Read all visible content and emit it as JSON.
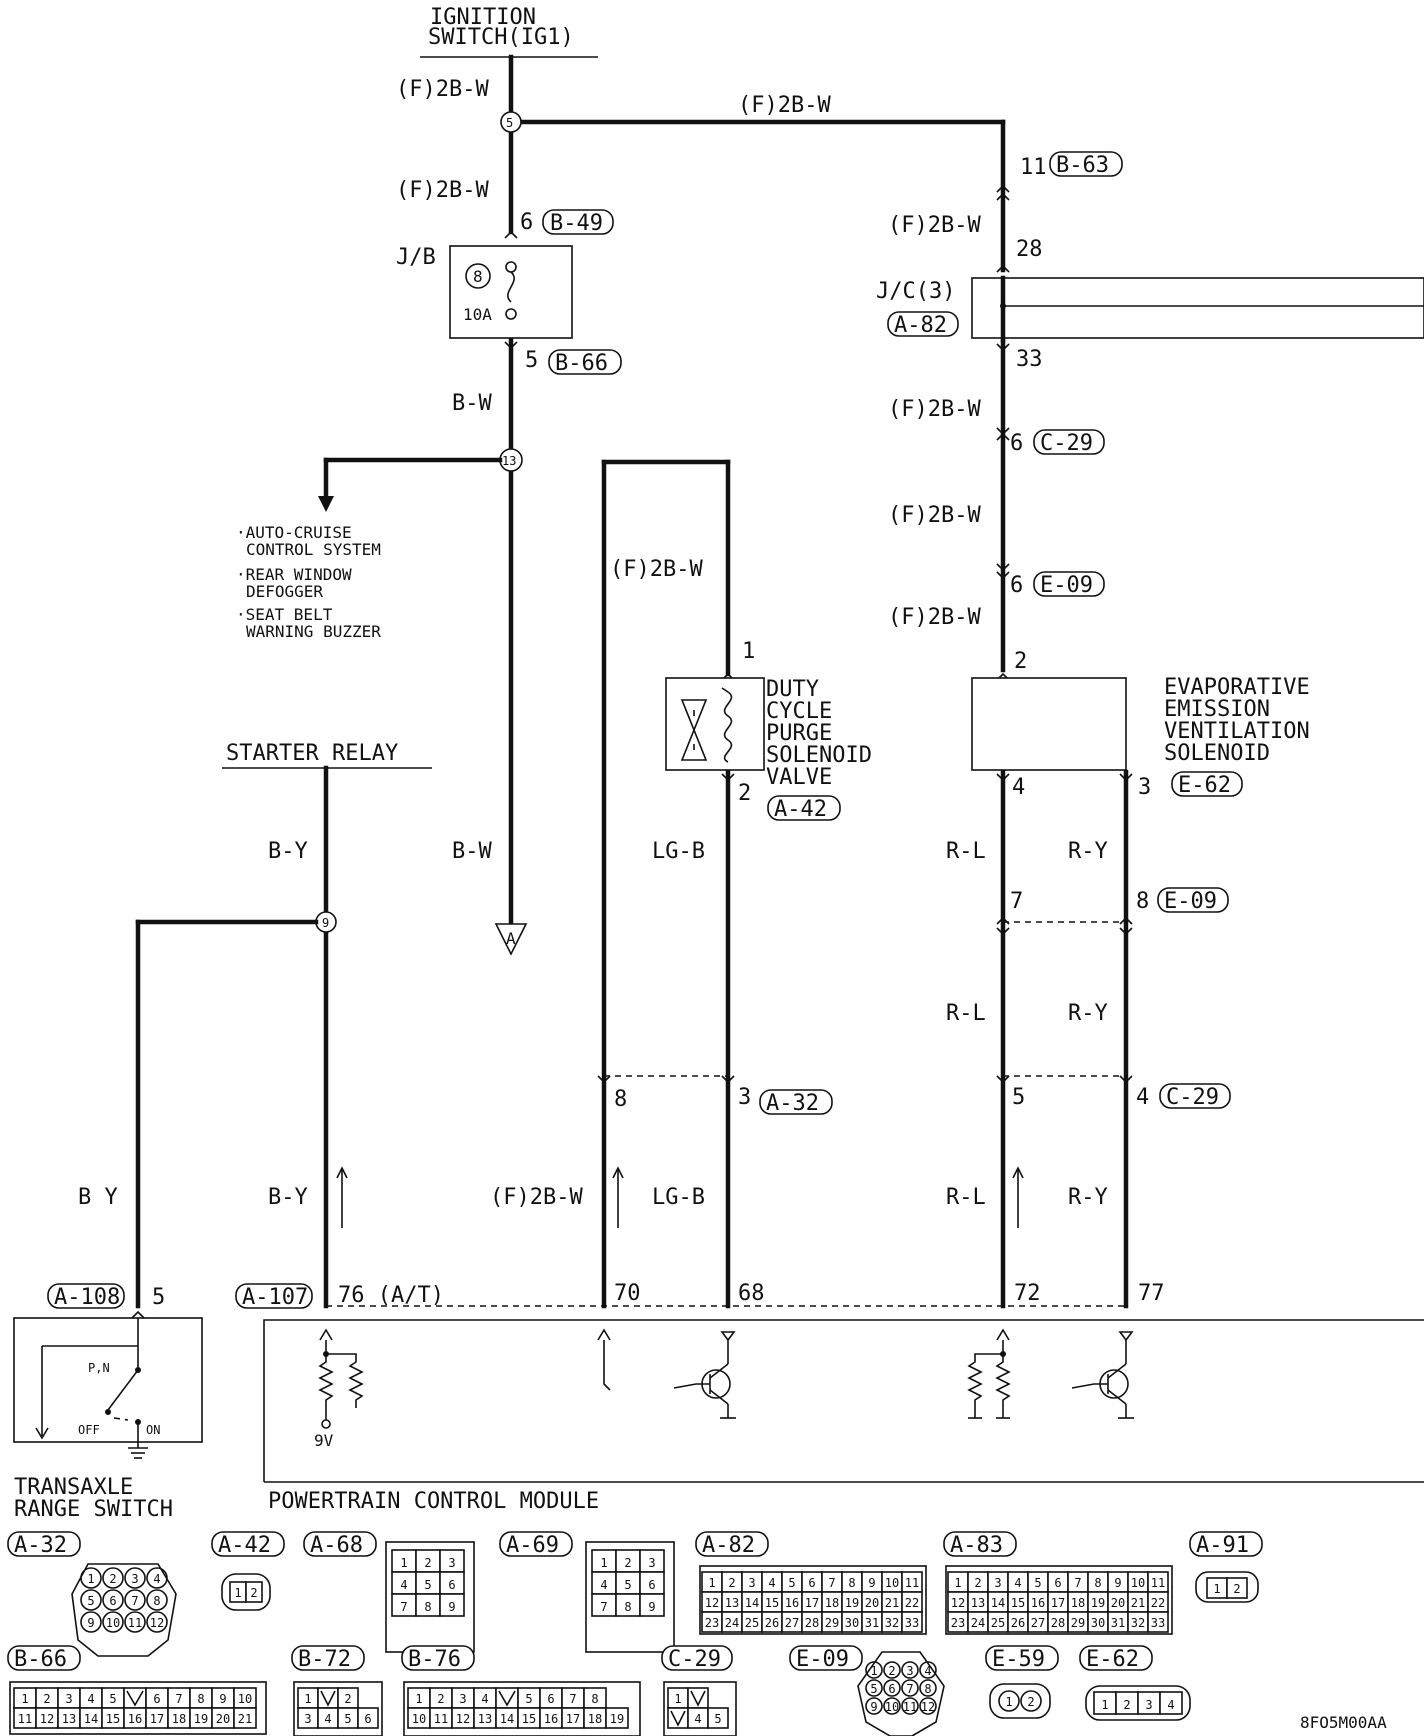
{
  "ignition": {
    "line1": "IGNITION",
    "line2": "SWITCH(IG1)"
  },
  "wires": {
    "f2bw": "(F)2B-W",
    "bw": "B-W",
    "by": "B-Y",
    "by_space": "B Y",
    "lgb": "LG-B",
    "rl": "R-L",
    "ry": "R-Y"
  },
  "junctions": {
    "j5": "5",
    "j13": "13",
    "j9": "9",
    "j8": "8"
  },
  "connectors": {
    "b63": "B-63",
    "b49": "B-49",
    "b66": "B-66",
    "a82": "A-82",
    "c29": "C-29",
    "e09": "E-09",
    "e62": "E-62",
    "a42": "A-42",
    "a32": "A-32",
    "a108": "A-108",
    "a107": "A-107"
  },
  "pins": {
    "p11": "11",
    "p28": "28",
    "p33": "33",
    "p6": "6",
    "p5": "5",
    "p2": "2",
    "p4": "4",
    "p3": "3",
    "p7": "7",
    "p8": "8",
    "p1": "1",
    "p76": "76 (A/T)",
    "p70": "70",
    "p68": "68",
    "p72": "72",
    "p77": "77"
  },
  "jb": {
    "label": "J/B",
    "fuse": "10A"
  },
  "jc": {
    "label": "J/C(3)"
  },
  "branch": {
    "item1a": "·AUTO-CRUISE",
    "item1b": "CONTROL SYSTEM",
    "item2a": "·REAR WINDOW",
    "item2b": "DEFOGGER",
    "item3a": "·SEAT BELT",
    "item3b": "WARNING BUZZER"
  },
  "starter": "STARTER RELAY",
  "ground_ref": "A",
  "purge": {
    "l1": "DUTY",
    "l2": "CYCLE",
    "l3": "PURGE",
    "l4": "SOLENOID",
    "l5": "VALVE"
  },
  "evap": {
    "l1": "EVAPORATIVE",
    "l2": "EMISSION",
    "l3": "VENTILATION",
    "l4": "SOLENOID"
  },
  "tr_switch": {
    "pn": "P,N",
    "off": "OFF",
    "on": "ON",
    "l1": "TRANSAXLE",
    "l2": "RANGE SWITCH"
  },
  "pcm": {
    "label": "POWERTRAIN CONTROL MODULE",
    "volt": "9V"
  },
  "connector_views": {
    "labels": [
      "A-32",
      "A-42",
      "A-68",
      "A-69",
      "A-82",
      "A-83",
      "A-91",
      "B-66",
      "B-72",
      "B-76",
      "C-29",
      "E-09",
      "E-59",
      "E-62"
    ],
    "a32_pins": [
      "1",
      "2",
      "3",
      "4",
      "5",
      "6",
      "7",
      "8",
      "9",
      "10",
      "11",
      "12"
    ],
    "a42_pins": [
      "1",
      "2"
    ],
    "a68_pins": [
      "1",
      "2",
      "3",
      "4",
      "5",
      "6",
      "7",
      "8",
      "9"
    ],
    "a82_row1": [
      "1",
      "2",
      "3",
      "4",
      "5",
      "6",
      "7",
      "8",
      "9",
      "10",
      "11"
    ],
    "a82_row2": [
      "12",
      "13",
      "14",
      "15",
      "16",
      "17",
      "18",
      "19",
      "20",
      "21",
      "22"
    ],
    "a82_row3": [
      "23",
      "24",
      "25",
      "26",
      "27",
      "28",
      "29",
      "30",
      "31",
      "32",
      "33"
    ],
    "a91_pins": [
      "1",
      "2"
    ],
    "b66_row1": [
      "1",
      "2",
      "3",
      "4",
      "5",
      "",
      "6",
      "7",
      "8",
      "9",
      "10"
    ],
    "b66_row2": [
      "11",
      "12",
      "13",
      "14",
      "15",
      "16",
      "17",
      "18",
      "19",
      "20",
      "21"
    ],
    "b72_pins": [
      "1",
      "2",
      "3",
      "4",
      "5",
      "6"
    ],
    "b76_row1": [
      "1",
      "2",
      "3",
      "4",
      "",
      "5",
      "6",
      "7",
      "8"
    ],
    "b76_row2": [
      "10",
      "11",
      "12",
      "13",
      "14",
      "15",
      "16",
      "17",
      "18",
      "19"
    ],
    "c29_pins": [
      "1",
      "4",
      "5"
    ],
    "e09_pins": [
      "1",
      "2",
      "3",
      "4",
      "5",
      "6",
      "7",
      "8",
      "9",
      "10",
      "11",
      "12"
    ],
    "e59_pins": [
      "1",
      "2"
    ],
    "e62_pins": [
      "1",
      "2",
      "3",
      "4"
    ]
  },
  "drawing_code": "8FO5M00AA"
}
